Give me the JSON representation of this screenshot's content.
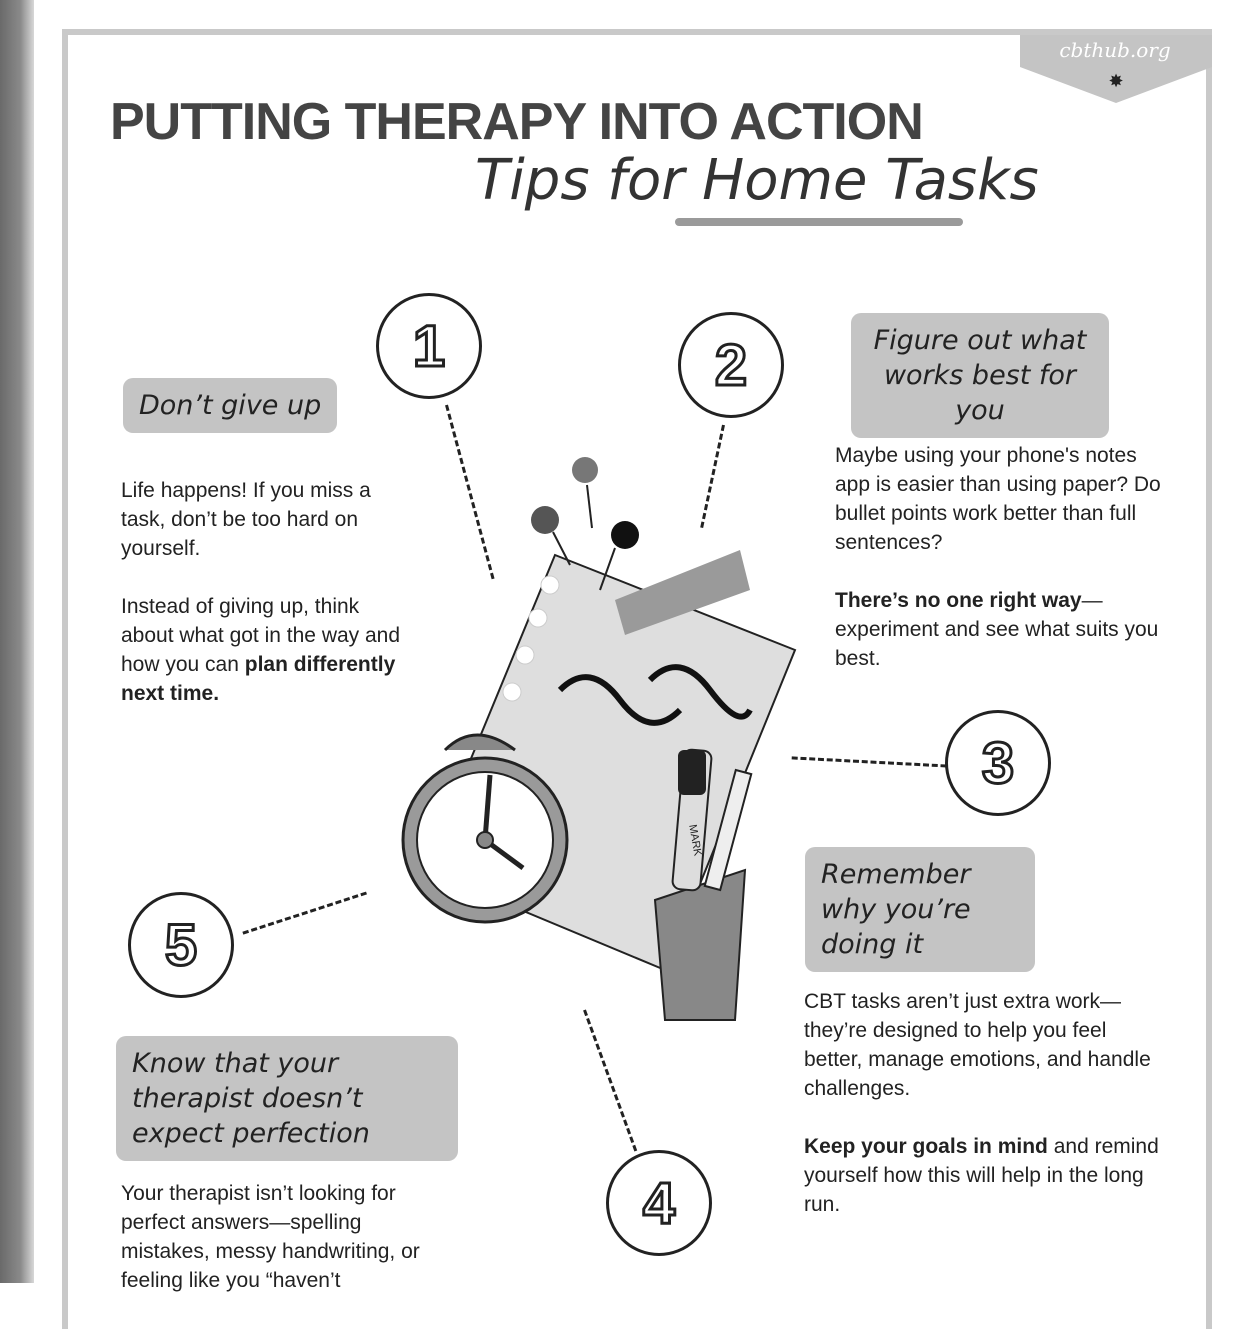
{
  "site_tag": "cbthub.org",
  "title": "PUTTING THERAPY INTO ACTION",
  "subtitle": "Tips for Home Tasks",
  "tips": [
    {
      "number": "1",
      "label": "Don’t give up",
      "p1": "Life happens! If you miss a task, don’t be too hard on yourself.",
      "p2_start": "Instead of giving up, think about what got in the way and how you can ",
      "p2_bold": "plan differently next time."
    },
    {
      "number": "2",
      "label": "Figure out what works best for you",
      "p1": "Maybe using your phone's notes app is easier than using paper? Do bullet points work better than full sentences?",
      "p2_bold": "There’s no one right way",
      "p2_end": "—experiment and see what suits you best."
    },
    {
      "number": "3",
      "label": "Remember why you’re doing it",
      "p1": "CBT tasks aren’t just extra work—they’re designed to help you feel better, manage emotions, and handle challenges.",
      "p2_bold": "Keep your goals in mind",
      "p2_end": " and remind yourself how this will help in the long run."
    },
    {
      "number": "4"
    },
    {
      "number": "5",
      "label": "Know that your therapist doesn’t expect perfection",
      "p1": "Your therapist isn’t looking for perfect answers—spelling mistakes, messy handwriting, or feeling like you “haven’t"
    }
  ],
  "illustration": {
    "marker_text": "MARK"
  }
}
